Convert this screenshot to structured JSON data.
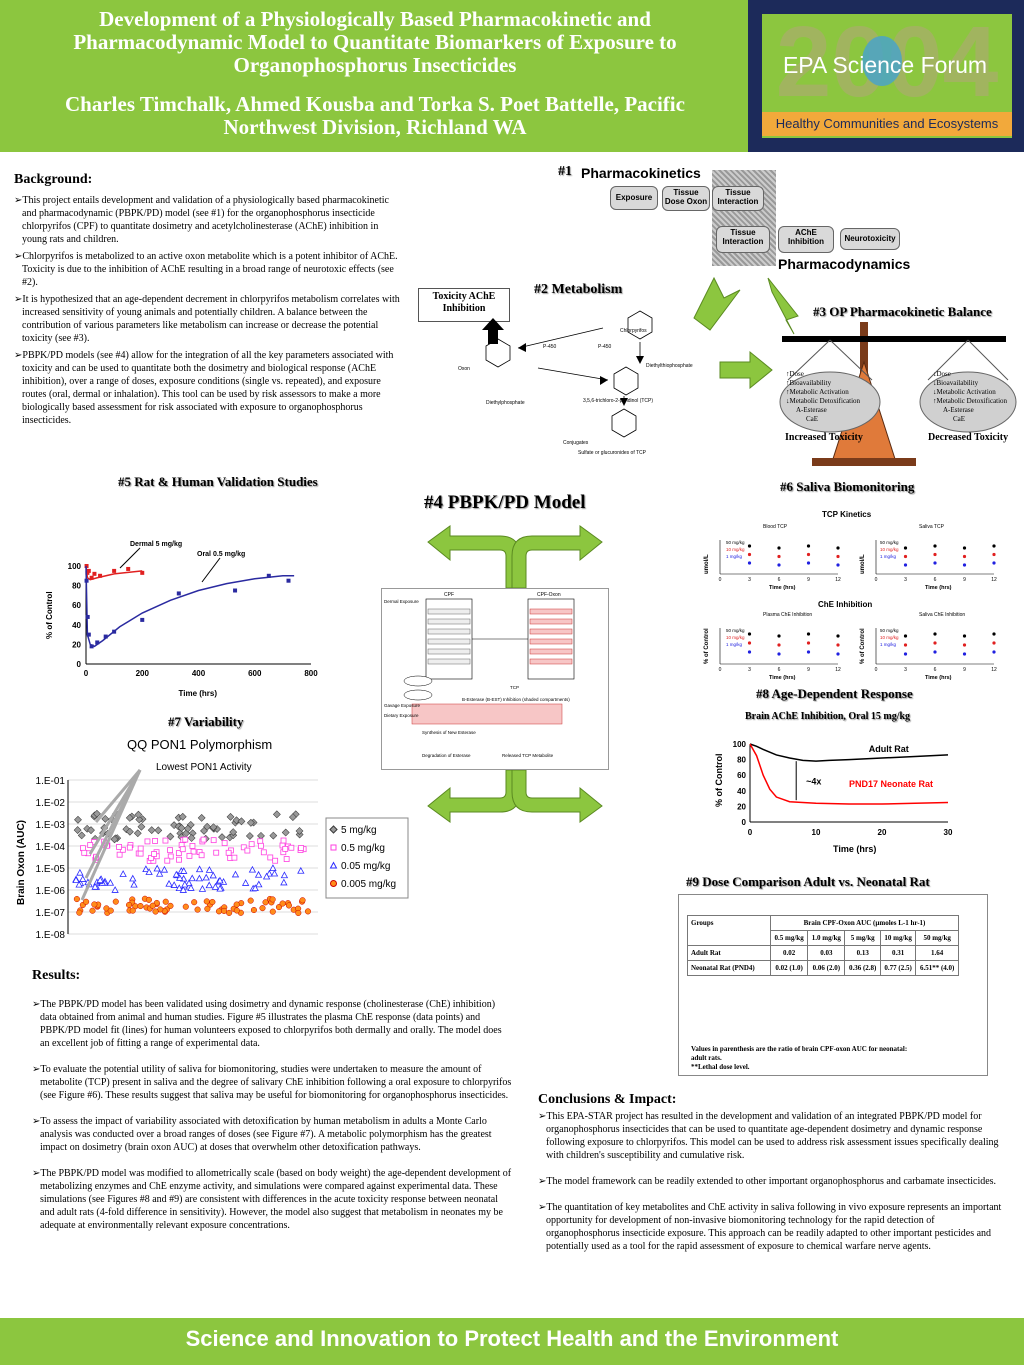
{
  "header": {
    "title": "Development of a Physiologically Based Pharmacokinetic and Pharmacodynamic Model to Quantitate Biomarkers of Exposure to Organophosphorus Insecticides",
    "authors": "Charles Timchalk, Ahmed Kousba and Torka S. Poet Battelle, Pacific Northwest Division, Richland WA",
    "logo_year": "2004",
    "logo_name": "EPA Science Forum",
    "logo_tagline": "Healthy Communities and Ecosystems"
  },
  "background": {
    "heading": "Background:",
    "bullets": [
      "This project entails development and validation of a physiologically based pharmacokinetic and pharmacodynamic (PBPK/PD) model (see #1) for the organophosphorus insecticide chlorpyrifos (CPF) to quantitate dosimetry and acetylcholinesterase (AChE) inhibition in young rats and children.",
      "Chlorpyrifos is metabolized to an active oxon metabolite which is a potent inhibitor of AChE. Toxicity is due to the inhibition of AChE resulting in a broad range of neurotoxic effects (see #2).",
      "It is hypothesized that an age-dependent decrement in chlorpyrifos metabolism correlates with increased sensitivity of young animals and potentially children. A balance between the contribution of various parameters like metabolism can increase or decrease the potential toxicity (see #3).",
      "PBPK/PD models (see #4) allow for the integration of all the key parameters associated with toxicity and can be used to quantitate both the dosimetry and biological response (AChE inhibition), over a range of doses, exposure conditions (single vs. repeated), and exposure routes (oral, dermal or inhalation). This tool can be used by risk assessors to make a more biologically based assessment for risk associated with exposure to organophosphorus insecticides."
    ]
  },
  "panel1": {
    "num": "#1",
    "title": "Pharmacokinetics",
    "boxes": [
      "Exposure",
      "Tissue Dose Oxon",
      "Tissue Interaction",
      "Tissue Interaction",
      "AChE Inhibition",
      "Neurotoxicity"
    ],
    "footer": "Pharmacodynamics"
  },
  "panel2": {
    "num": "#2",
    "title": "Metabolism",
    "toxicity": "Toxicity AChE Inhibition",
    "labels": [
      "Chlorpyrifos",
      "Oxon",
      "P-450",
      "P-450",
      "Diethylthiophosphate",
      "Diethylphosphate",
      "3,5,6-trichloro-2-pyridinol (TCP)",
      "Conjugates",
      "Sulfate or glucuronides of TCP"
    ]
  },
  "panel3": {
    "num": "#3",
    "title": "OP Pharmacokinetic Balance",
    "left_items": [
      "Dose",
      "Bioavailability",
      "Metabolic Activation",
      "Metabolic Detoxification",
      "A-Esterase",
      "CaE"
    ],
    "right_items": [
      "Dose",
      "Bioavailability",
      "Metabolic Activation",
      "Metabolic Detoxification",
      "A-Esterase",
      "CaE"
    ],
    "left_label": "Increased Toxicity",
    "right_label": "Decreased Toxicity"
  },
  "panel4": {
    "num": "#4",
    "title": "PBPK/PD Model",
    "labels": [
      "CPF",
      "CPF-Oxon",
      "Dermal Exposure",
      "Gavage Exposure",
      "Dietary Exposure",
      "B-Esterase (B-EST) Inhibition (shaded compartments)",
      "Synthesis of New Esterase",
      "Degradation of Esterase",
      "Released TCP Metabolite",
      "TCP"
    ]
  },
  "panel5": {
    "num": "#5",
    "title": "Rat & Human Validation Studies",
    "ylabel": "% of Control",
    "xlabel": "Time (hrs)",
    "annotations": [
      "Dermal 5 mg/kg",
      "Oral  0.5 mg/kg"
    ]
  },
  "panel6": {
    "num": "#6",
    "title": "Saliva Biomonitoring",
    "tcp_title": "TCP Kinetics",
    "che_title": "ChE Inhibition",
    "sub_titles": [
      "Blood TCP",
      "Saliva TCP",
      "Plasma ChE Inhibition",
      "Saliva ChE Inhibition"
    ],
    "ylabels": [
      "umol/L",
      "umol/L",
      "% of Control",
      "% of Control"
    ],
    "xlabel": "Time (hrs)",
    "legend": [
      "50 mg/kg",
      "10 mg/kg",
      "1 mg/kg"
    ]
  },
  "panel7": {
    "num": "#7",
    "title": "Variability",
    "subtitle": "QQ PON1 Polymorphism",
    "annotation": "Lowest PON1 Activity",
    "ylabel": "Brain Oxon (AUC)",
    "yticks": [
      "1.E-01",
      "1.E-02",
      "1.E-03",
      "1.E-04",
      "1.E-05",
      "1.E-06",
      "1.E-07",
      "1.E-08"
    ],
    "legend": [
      "5 mg/kg",
      "0.5 mg/kg",
      "0.05 mg/kg",
      "0.005 mg/kg"
    ]
  },
  "panel8": {
    "num": "#8",
    "title": "Age-Dependent Response",
    "subtitle": "Brain AChE Inhibition, Oral 15 mg/kg",
    "ylabel": "% of Control",
    "xlabel": "Time (hrs)",
    "label_adult": "Adult Rat",
    "label_neonate": "PND17 Neonate Rat",
    "label_fold": "~4x"
  },
  "panel9": {
    "num": "#9",
    "title": "Dose Comparison Adult vs. Neonatal Rat",
    "col_group": "Groups",
    "col_auc": "Brain CPF-Oxon AUC (µmoles L-1 hr-1)",
    "doses": [
      "0.5 mg/kg",
      "1.0 mg/kg",
      "5 mg/kg",
      "10 mg/kg",
      "50 mg/kg"
    ],
    "rows": [
      {
        "group": "Adult Rat",
        "values": [
          "0.02",
          "0.03",
          "0.13",
          "0.31",
          "1.64"
        ]
      },
      {
        "group": "Neonatal Rat (PND4)",
        "values": [
          "0.02 (1.0)",
          "0.06 (2.0)",
          "0.36 (2.8)",
          "0.77 (2.5)",
          "6.51** (4.0)"
        ]
      }
    ],
    "note1": "Values in parenthesis are the ratio of brain CPF-oxon AUC for neonatal: adult rats.",
    "note2": "**Lethal dose level."
  },
  "results": {
    "heading": "Results:",
    "bullets": [
      "The PBPK/PD model has been validated using dosimetry and dynamic response (cholinesterase (ChE) inhibition) data obtained from animal and human studies. Figure #5 illustrates the plasma ChE response (data points) and PBPK/PD model fit (lines) for human volunteers exposed to chlorpyrifos both dermally and orally. The model does an excellent job of fitting a range of experimental data.",
      "To evaluate the potential utility of saliva for biomonitoring, studies were undertaken to measure the amount of metabolite (TCP) present in saliva and the degree of salivary ChE inhibition following a oral exposure to chlorpyrifos (see Figure #6). These results suggest that saliva may be useful for biomonitoring for organophosphorus insecticides.",
      "To assess the impact of variability associated with detoxification by human metabolism in adults a Monte Carlo analysis was conducted over a broad ranges of doses (see Figure #7). A metabolic polymorphism has the greatest impact on dosimetry (brain oxon AUC) at doses that overwhelm other detoxification pathways.",
      "The PBPK/PD model was modified to allometrically scale (based on body weight) the age-dependent development of metabolizing enzymes and ChE enzyme activity, and simulations were compared against experimental data. These simulations (see Figures #8 and #9) are consistent with differences in the acute toxicity response between neonatal and adult rats (4-fold difference in sensitivity). However, the model also suggest that metabolism in neonates my be adequate at environmentally relevant exposure concentrations."
    ]
  },
  "conclusions": {
    "heading": "Conclusions & Impact:",
    "bullets": [
      "This EPA-STAR project has resulted in the development and validation of an integrated PBPK/PD model for organophosphorus insecticides that can be used to quantitate age-dependent dosimetry and dynamic response following exposure to chlorpyrifos. This model can be used to address risk assessment issues  specifically dealing with children's susceptibility and cumulative risk.",
      "The model framework can be readily extended to other important organophosphorus and carbamate insecticides.",
      "The quantitation of key metabolites and ChE activity in saliva following in vivo exposure represents an important opportunity for development of non-invasive biomonitoring technology for the rapid detection of organophosphorus insecticide exposure. This approach can be readily adapted to other important pesticides and potentially used as a tool for the rapid assessment of exposure to chemical warfare nerve agents."
    ]
  },
  "footer": {
    "text": "Science and Innovation to Protect Health and the Environment"
  },
  "chart_data": [
    {
      "type": "scatter",
      "title": "#5 Rat & Human Validation Studies",
      "xlabel": "Time (hrs)",
      "ylabel": "% of Control",
      "xlim": [
        0,
        800
      ],
      "ylim": [
        0,
        100
      ],
      "xticks": [
        0,
        200,
        400,
        600,
        800
      ],
      "yticks": [
        0,
        20,
        40,
        60,
        80,
        100
      ],
      "series": [
        {
          "name": "Dermal 5 mg/kg",
          "color": "#e02020",
          "points": [
            [
              2,
              100
            ],
            [
              5,
              93
            ],
            [
              10,
              95
            ],
            [
              20,
              88
            ],
            [
              30,
              92
            ],
            [
              50,
              90
            ],
            [
              100,
              95
            ],
            [
              150,
              97
            ],
            [
              200,
              93
            ]
          ],
          "model": [
            [
              0,
              100
            ],
            [
              5,
              88
            ],
            [
              15,
              86
            ],
            [
              40,
              88
            ],
            [
              100,
              92
            ],
            [
              200,
              95
            ]
          ]
        },
        {
          "name": "Oral  0.5 mg/kg",
          "color": "#2a2aa0",
          "points": [
            [
              2,
              85
            ],
            [
              6,
              48
            ],
            [
              10,
              30
            ],
            [
              20,
              18
            ],
            [
              40,
              22
            ],
            [
              70,
              28
            ],
            [
              100,
              33
            ],
            [
              200,
              45
            ],
            [
              330,
              72
            ],
            [
              530,
              75
            ],
            [
              650,
              90
            ],
            [
              720,
              85
            ]
          ],
          "model": [
            [
              0,
              100
            ],
            [
              5,
              30
            ],
            [
              15,
              20
            ],
            [
              30,
              18
            ],
            [
              60,
              24
            ],
            [
              120,
              38
            ],
            [
              200,
              52
            ],
            [
              300,
              65
            ],
            [
              400,
              75
            ],
            [
              500,
              82
            ],
            [
              600,
              87
            ],
            [
              700,
              90
            ],
            [
              740,
              90
            ]
          ]
        }
      ]
    },
    {
      "type": "scatter",
      "title": "#7 Variability - QQ PON1 Polymorphism",
      "ylabel": "Brain Oxon (AUC)",
      "yscale": "log",
      "ylim": [
        1e-08,
        0.1
      ],
      "series": [
        {
          "name": "5 mg/kg",
          "color": "#555555",
          "center": 0.0006,
          "spread": [
            0.0002,
            0.003
          ]
        },
        {
          "name": "0.5 mg/kg",
          "color": "#ff3fe0",
          "center": 5e-05,
          "spread": [
            2e-05,
            0.0002
          ]
        },
        {
          "name": "0.05 mg/kg",
          "color": "#2a2aff",
          "center": 3e-06,
          "spread": [
            1e-06,
            1e-05
          ]
        },
        {
          "name": "0.005 mg/kg",
          "color": "#ff8c1a",
          "center": 2e-07,
          "spread": [
            9e-08,
            4e-07
          ]
        }
      ]
    },
    {
      "type": "line",
      "title": "#8 Age-Dependent Response",
      "xlabel": "Time (hrs)",
      "ylabel": "% of Control",
      "xlim": [
        0,
        30
      ],
      "ylim": [
        0,
        100
      ],
      "xticks": [
        0,
        10,
        20,
        30
      ],
      "yticks": [
        0,
        20,
        40,
        60,
        80,
        100
      ],
      "series": [
        {
          "name": "Adult Rat",
          "color": "#000000",
          "x": [
            0,
            1,
            2,
            4,
            6,
            8,
            10,
            12,
            15,
            20,
            25,
            30
          ],
          "y": [
            100,
            97,
            93,
            86,
            82,
            79,
            78,
            79,
            80,
            82,
            84,
            86
          ]
        },
        {
          "name": "PND17 Neonate Rat",
          "color": "#ff0000",
          "x": [
            0,
            1,
            2,
            3,
            4,
            6,
            8,
            10,
            15,
            20,
            25,
            30
          ],
          "y": [
            100,
            85,
            60,
            42,
            32,
            26,
            25,
            24,
            23,
            23,
            24,
            25
          ]
        }
      ]
    },
    {
      "type": "scatter",
      "title": "#6 Saliva Biomonitoring",
      "xlabel": "Time (hrs)",
      "xticks": [
        0,
        3,
        6,
        9,
        12
      ],
      "series": [
        {
          "name": "50 mg/kg",
          "color": "#000000"
        },
        {
          "name": "10 mg/kg",
          "color": "#e02020"
        },
        {
          "name": "1 mg/kg",
          "color": "#2020e0"
        }
      ]
    }
  ]
}
